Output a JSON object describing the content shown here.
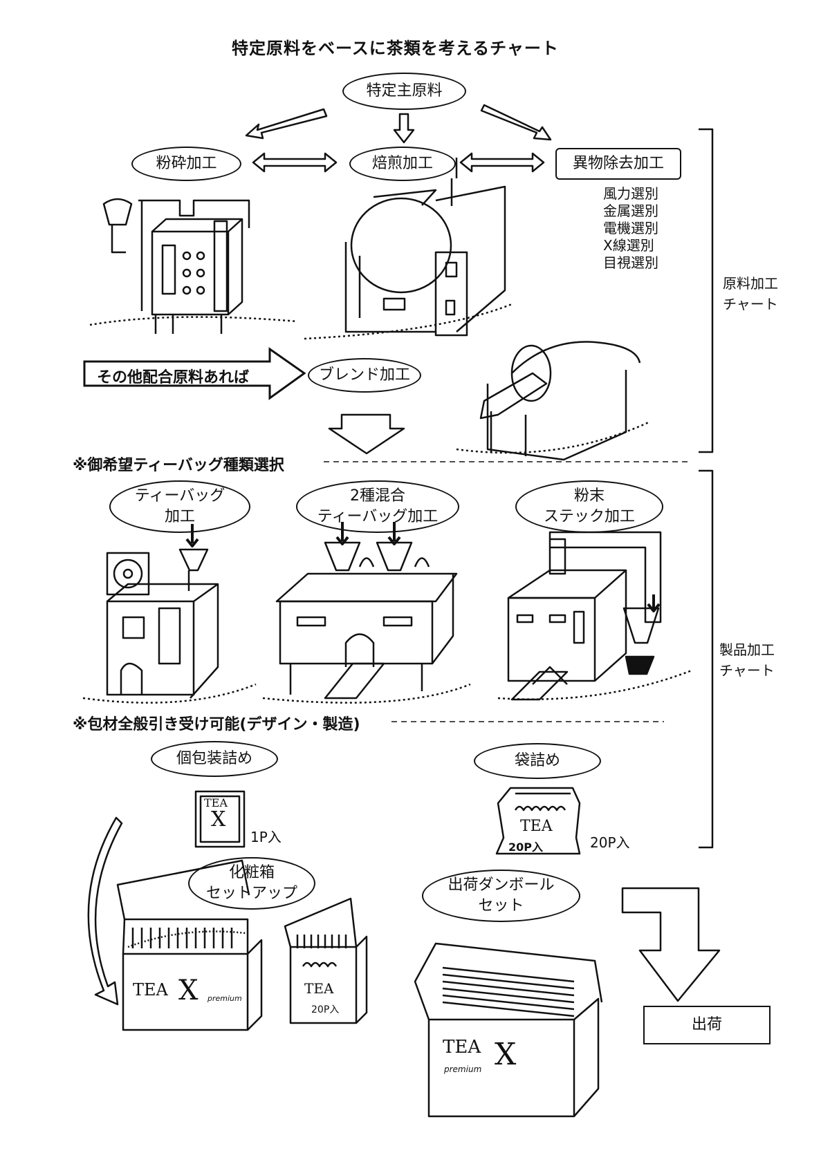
{
  "title": "特定原料をベースに茶類を考えるチャート",
  "nodes": {
    "main": "特定主原料",
    "grinding": "粉砕加工",
    "roasting": "焙煎加工",
    "foreign": "異物除去加工",
    "blend": "ブレンド加工",
    "other_arrow": "その他配合原料あれば",
    "teabag": "ティーバッグ\n加工",
    "mix2": "2種混合\nティーバッグ加工",
    "powder": "粉末\nステック加工",
    "individual": "個包装詰め",
    "bag": "袋詰め",
    "cosmetic_box": "化粧箱\nセットアップ",
    "cardboard": "出荷ダンボール\nセット",
    "ship": "出荷"
  },
  "selection_methods": [
    "風力選別",
    "金属選別",
    "電機選別",
    "X線選別",
    "目視選別"
  ],
  "notes": {
    "teabag_choice": "※御希望ティーバッグ種類選択",
    "packaging": "※包材全般引き受け可能(デザイン・製造)"
  },
  "side_labels": {
    "raw": "原料加工\nチャート",
    "product": "製品加工\nチャート"
  },
  "quantities": {
    "single": "1P入",
    "bag": "20P入"
  },
  "package_text": {
    "tea": "TEA",
    "x": "X",
    "premium": "premium",
    "count": "20P入"
  }
}
